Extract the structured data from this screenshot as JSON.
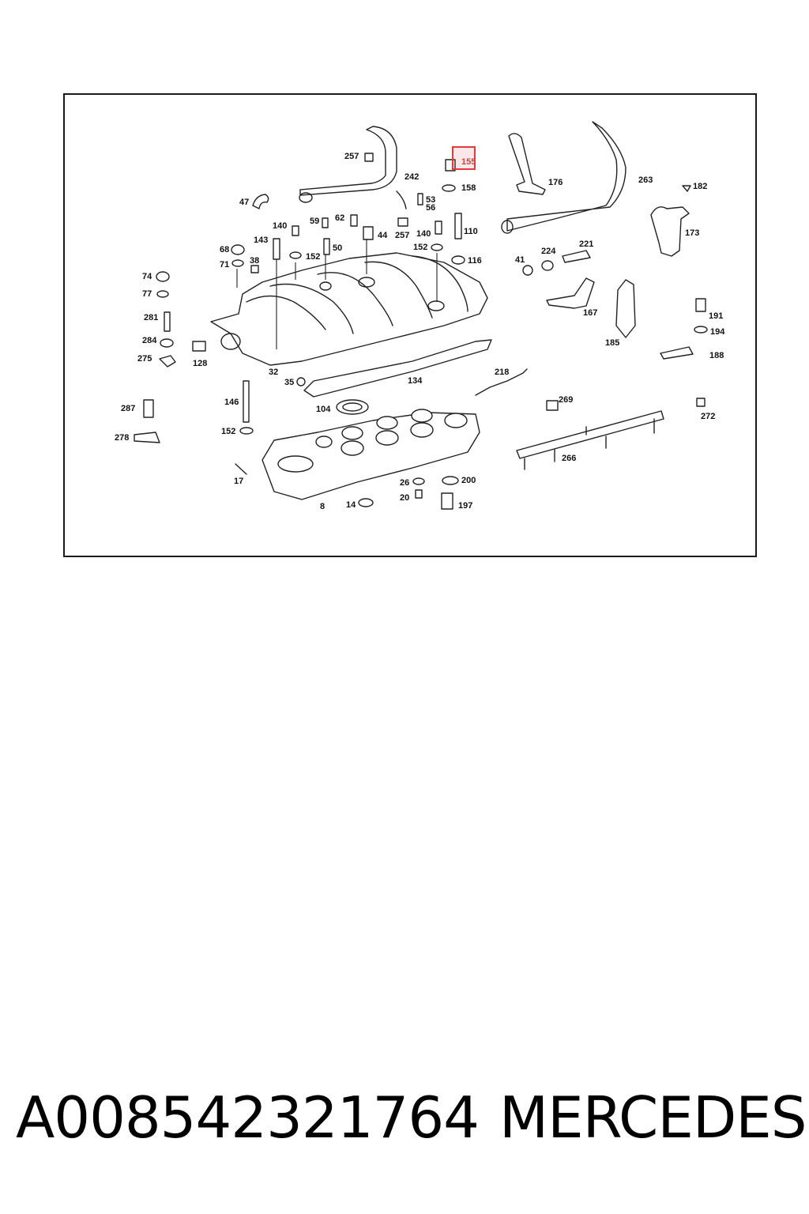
{
  "caption": {
    "part_number": "A008542321764",
    "brand": "MERCEDES"
  },
  "highlighted_part": "155",
  "callouts": {
    "c257a": "257",
    "c242": "242",
    "c155": "155",
    "c158": "158",
    "c176": "176",
    "c263": "263",
    "c182": "182",
    "c47": "47",
    "c53": "53",
    "c56": "56",
    "c59": "59",
    "c62": "62",
    "c44": "44",
    "c257b": "257",
    "c140a": "140",
    "c140b": "140",
    "c110": "110",
    "c173": "173",
    "c143": "143",
    "c50": "50",
    "c152a": "152",
    "c152b": "152",
    "c116": "116",
    "c68": "68",
    "c71": "71",
    "c38": "38",
    "c224": "224",
    "c221": "221",
    "c41": "41",
    "c74": "74",
    "c77": "77",
    "c167": "167",
    "c191": "191",
    "c194": "194",
    "c281": "281",
    "c284": "284",
    "c275": "275",
    "c128": "128",
    "c185": "185",
    "c188": "188",
    "c32": "32",
    "c35": "35",
    "c134": "134",
    "c218": "218",
    "c146": "146",
    "c287": "287",
    "c104": "104",
    "c269": "269",
    "c272": "272",
    "c152c": "152",
    "c278": "278",
    "c266": "266",
    "c17": "17",
    "c26": "26",
    "c200": "200",
    "c20": "20",
    "c197": "197",
    "c8": "8",
    "c14": "14"
  },
  "colors": {
    "highlight": "#e03a3a",
    "line": "#222222"
  }
}
